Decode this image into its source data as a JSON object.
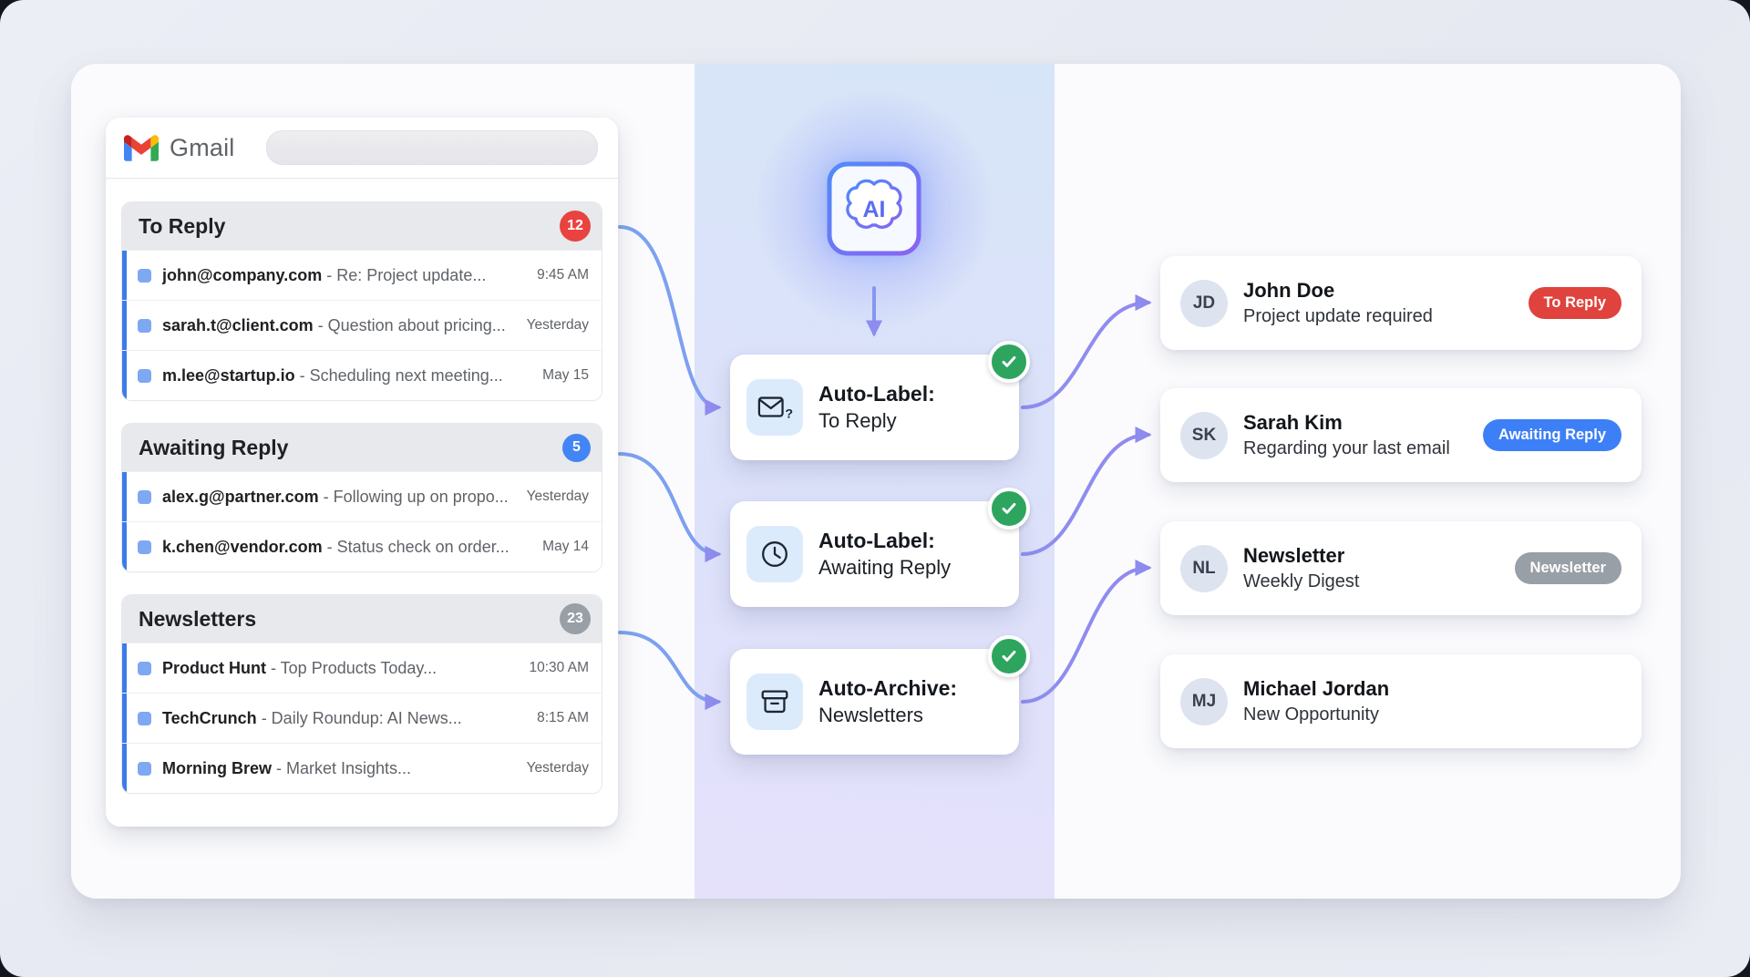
{
  "ai_chip": {
    "label": "AI"
  },
  "gmail": {
    "app_name": "Gmail",
    "sections": [
      {
        "title": "To Reply",
        "count": "12",
        "emails": [
          {
            "sender": "john@company.com",
            "snippet": "- Re: Project update...",
            "time": "9:45 AM"
          },
          {
            "sender": "sarah.t@client.com",
            "snippet": "- Question about pricing...",
            "time": "Yesterday"
          },
          {
            "sender": "m.lee@startup.io",
            "snippet": "- Scheduling next meeting...",
            "time": "May 15"
          }
        ]
      },
      {
        "title": "Awaiting Reply",
        "count": "5",
        "emails": [
          {
            "sender": "alex.g@partner.com",
            "snippet": "- Following up on propo...",
            "time": "Yesterday"
          },
          {
            "sender": "k.chen@vendor.com",
            "snippet": "- Status check on order...",
            "time": "May 14"
          }
        ]
      },
      {
        "title": "Newsletters",
        "count": "23",
        "emails": [
          {
            "sender": "Product Hunt",
            "snippet": "- Top Products Today...",
            "time": "10:30 AM"
          },
          {
            "sender": "TechCrunch",
            "snippet": "- Daily Roundup: AI News...",
            "time": "8:15 AM"
          },
          {
            "sender": "Morning Brew",
            "snippet": "- Market Insights...",
            "time": "Yesterday"
          }
        ]
      }
    ]
  },
  "actions": [
    {
      "title": "Auto-Label:",
      "subtitle": "To Reply",
      "icon": "mail-question-icon"
    },
    {
      "title": "Auto-Label:",
      "subtitle": "Awaiting Reply",
      "icon": "clock-icon"
    },
    {
      "title": "Auto-Archive:",
      "subtitle": "Newsletters",
      "icon": "archive-icon"
    }
  ],
  "results": [
    {
      "initials": "JD",
      "name": "John Doe",
      "subtitle": "Project update required",
      "badge": "To Reply"
    },
    {
      "initials": "SK",
      "name": "Sarah Kim",
      "subtitle": "Regarding your last email",
      "badge": "Awaiting Reply"
    },
    {
      "initials": "NL",
      "name": "Newsletter",
      "subtitle": "Weekly Digest",
      "badge": "Newsletter"
    },
    {
      "initials": "MJ",
      "name": "Michael Jordan",
      "subtitle": "New Opportunity",
      "badge": ""
    }
  ],
  "icons": {
    "mail_question_mark": "?"
  },
  "colors": {
    "badge_to_reply": "#e8433f",
    "badge_awaiting": "#4285f4",
    "badge_newsletter": "#999fa6",
    "arrow": "#8a8fe8",
    "check_green": "#2ea55e",
    "unread_blue": "#7fa8f3",
    "gmail_blue": "#4285f4",
    "gmail_red": "#ea4335",
    "gmail_green": "#34a853",
    "gmail_yellow": "#fbbc04"
  }
}
